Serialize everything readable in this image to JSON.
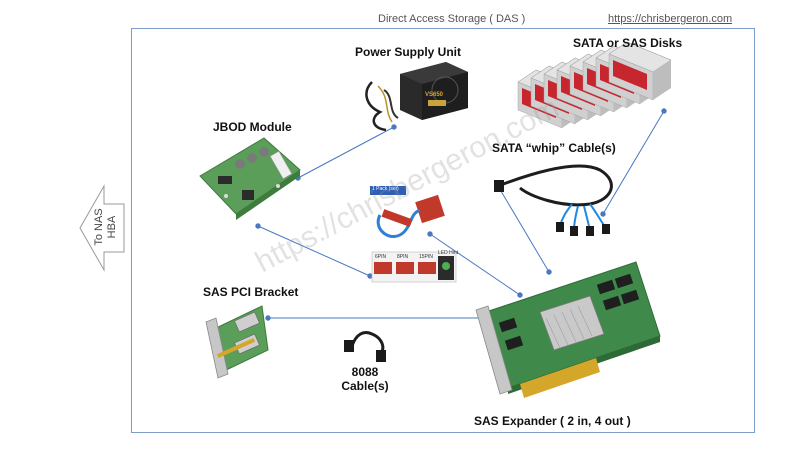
{
  "header": {
    "title": "Direct Access Storage ( DAS )",
    "url": "https://chrisbergeron.com"
  },
  "labels": {
    "psu": "Power Supply Unit",
    "disks": "SATA or SAS Disks",
    "jbod": "JBOD Module",
    "whip": "SATA “whip” Cable(s)",
    "pci_bracket": "SAS PCI Bracket",
    "cable_8088_line1": "8088",
    "cable_8088_line2": "Cable(s)",
    "expander": "SAS Expander ( 2 in, 4 out )"
  },
  "arrow": {
    "line1": "To NAS",
    "line2": "HBA"
  },
  "psu_badge": "VS650",
  "riser_texts": {
    "pack": "1 Pack (set)",
    "pin6": "6PIN",
    "pin8": "8PIN",
    "pin15": "15PIN",
    "led": "LED Hint"
  },
  "watermark": "https://chrisbergeron.com",
  "colors": {
    "frame": "#7e9cc9",
    "connector": "#4a78c2",
    "pcb_green": "#5a9e5a",
    "disk_red": "#c8262e",
    "riser_red": "#c0392b",
    "cable_blue": "#2e7fd6"
  }
}
